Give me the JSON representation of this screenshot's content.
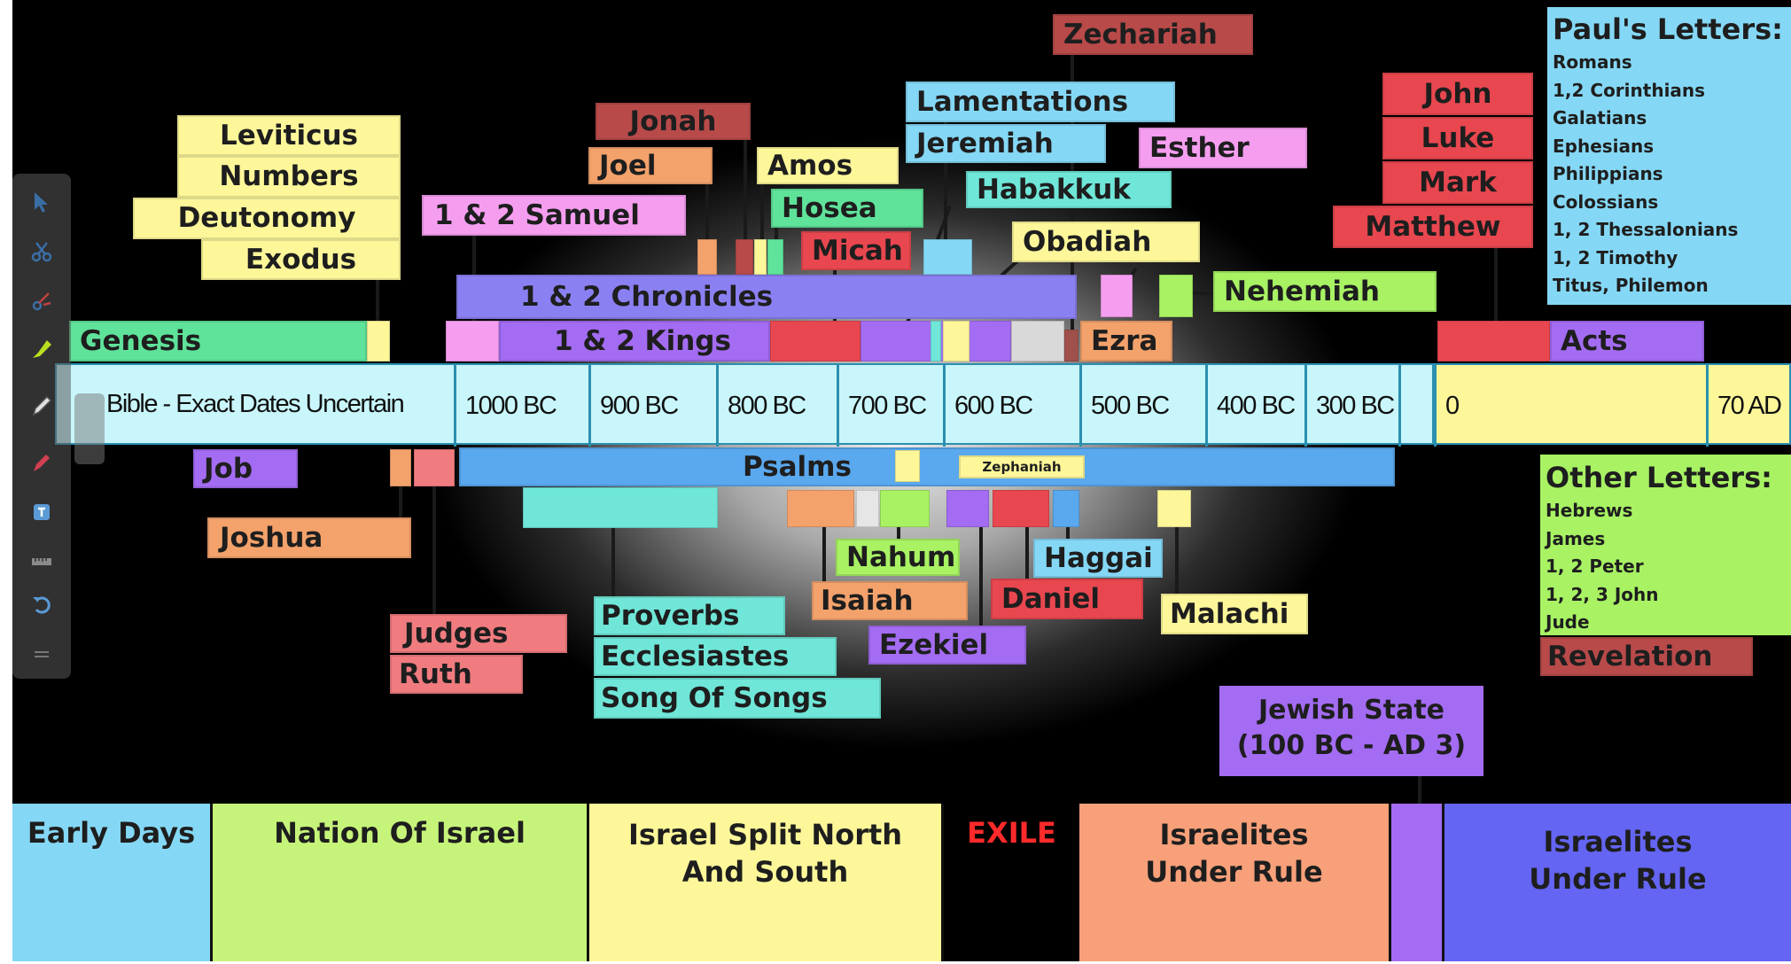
{
  "timeline": {
    "prehistory_label": "Bible - Exact Dates Uncertain",
    "ticks": [
      "1000 BC",
      "900 BC",
      "800 BC",
      "700 BC",
      "600 BC",
      "500 BC",
      "400 BC",
      "300 BC",
      "0",
      "70 AD"
    ]
  },
  "books": {
    "genesis": "Genesis",
    "exodus": "Exodus",
    "leviticus": "Leviticus",
    "numbers": "Numbers",
    "deutonomy": "Deutonomy",
    "samuel": "1 & 2 Samuel",
    "chronicles": "1 & 2 Chronicles",
    "kings": "1 & 2 Kings",
    "jonah": "Jonah",
    "joel": "Joel",
    "amos": "Amos",
    "hosea": "Hosea",
    "micah": "Micah",
    "zechariah": "Zechariah",
    "lamentations": "Lamentations",
    "jeremiah": "Jeremiah",
    "esther": "Esther",
    "habakkuk": "Habakkuk",
    "obadiah": "Obadiah",
    "nehemiah": "Nehemiah",
    "ezra": "Ezra",
    "john": "John",
    "luke": "Luke",
    "mark": "Mark",
    "matthew": "Matthew",
    "acts": "Acts",
    "job": "Job",
    "joshua": "Joshua",
    "judges": "Judges",
    "ruth": "Ruth",
    "psalms": "Psalms",
    "zephaniah": "Zephaniah",
    "proverbs": "Proverbs",
    "ecclesiastes": "Ecclesiastes",
    "song_of_songs": "Song Of Songs",
    "nahum": "Nahum",
    "isaiah": "Isaiah",
    "ezekiel": "Ezekiel",
    "daniel": "Daniel",
    "haggai": "Haggai",
    "malachi": "Malachi"
  },
  "pauls_letters": {
    "title": "Paul's Letters:",
    "items": [
      "Romans",
      "1,2 Corinthians",
      "Galatians",
      "Ephesians",
      "Philippians",
      "Colossians",
      "1, 2 Thessalonians",
      "1, 2 Timothy",
      "Titus, Philemon"
    ]
  },
  "other_letters": {
    "title": "Other Letters:",
    "items": [
      "Hebrews",
      "James",
      "1, 2 Peter",
      "1, 2, 3 John",
      "Jude"
    ],
    "revelation": "Revelation"
  },
  "jewish_state": {
    "line1": "Jewish State",
    "line2": "(100 BC - AD 3)"
  },
  "eras": {
    "early_days": "Early Days",
    "nation_of_israel": "Nation Of Israel",
    "split_line1": "Israel Split North",
    "split_line2": "And South",
    "exile": "EXILE",
    "under_rule_1a": "Israelites",
    "under_rule_1b": "Under Rule",
    "under_rule_2a": "Israelites",
    "under_rule_2b": "Under Rule"
  },
  "colors": {
    "timeline_bar": "#c8f6fb",
    "timeline_border": "#2b8fb0",
    "exile_text": "#ff2a2a",
    "yellow": "#fdf79a",
    "green": "#5fe39a",
    "pink": "#f59ef0",
    "purple": "#a36cf2",
    "salmon": "#f07c80",
    "orange": "#f3a26b",
    "teal": "#6fe6d8",
    "lightgreen": "#a8f264",
    "blue": "#5aa8ee",
    "red": "#e8474f",
    "skyblue": "#85d8f5",
    "royalblue": "#6465f3"
  },
  "toolbar_icons": [
    "pointer-icon",
    "scissors-icon",
    "scissors-icon",
    "highlighter-icon",
    "pen-icon",
    "marker-icon",
    "text-box-icon",
    "ruler-icon",
    "undo-icon",
    "more-icon"
  ]
}
